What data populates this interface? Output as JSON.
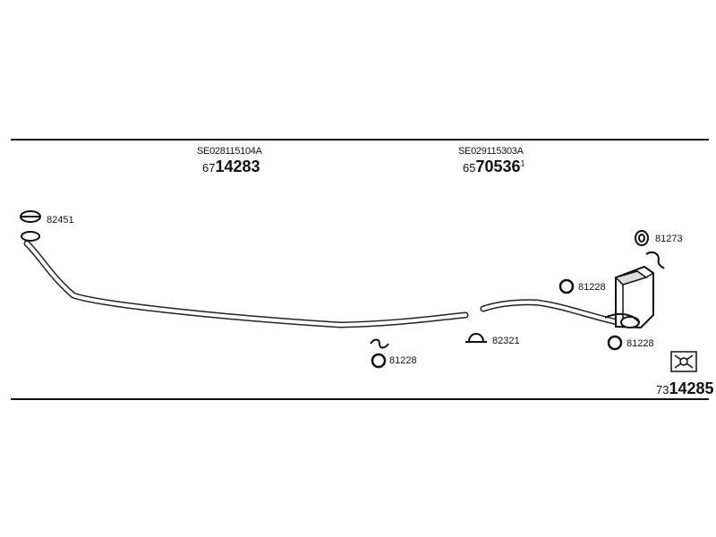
{
  "header": {
    "left": {
      "oe_code": "SE028115104A",
      "prefix": "67",
      "number": "14283",
      "suffix": ""
    },
    "right": {
      "oe_code": "SE029115303A",
      "prefix": "65",
      "number": "70536",
      "suffix": "1"
    }
  },
  "parts": {
    "clamp_top": "82451",
    "bracket_mid": "81228",
    "clamp_mid": "82321",
    "ring_upper_right": "81228",
    "ring_lower_right": "81228",
    "hanger_top_right": "81273"
  },
  "kit": {
    "prefix": "73",
    "number": "14285"
  },
  "colors": {
    "line": "#111111",
    "pipe": "#222222"
  }
}
